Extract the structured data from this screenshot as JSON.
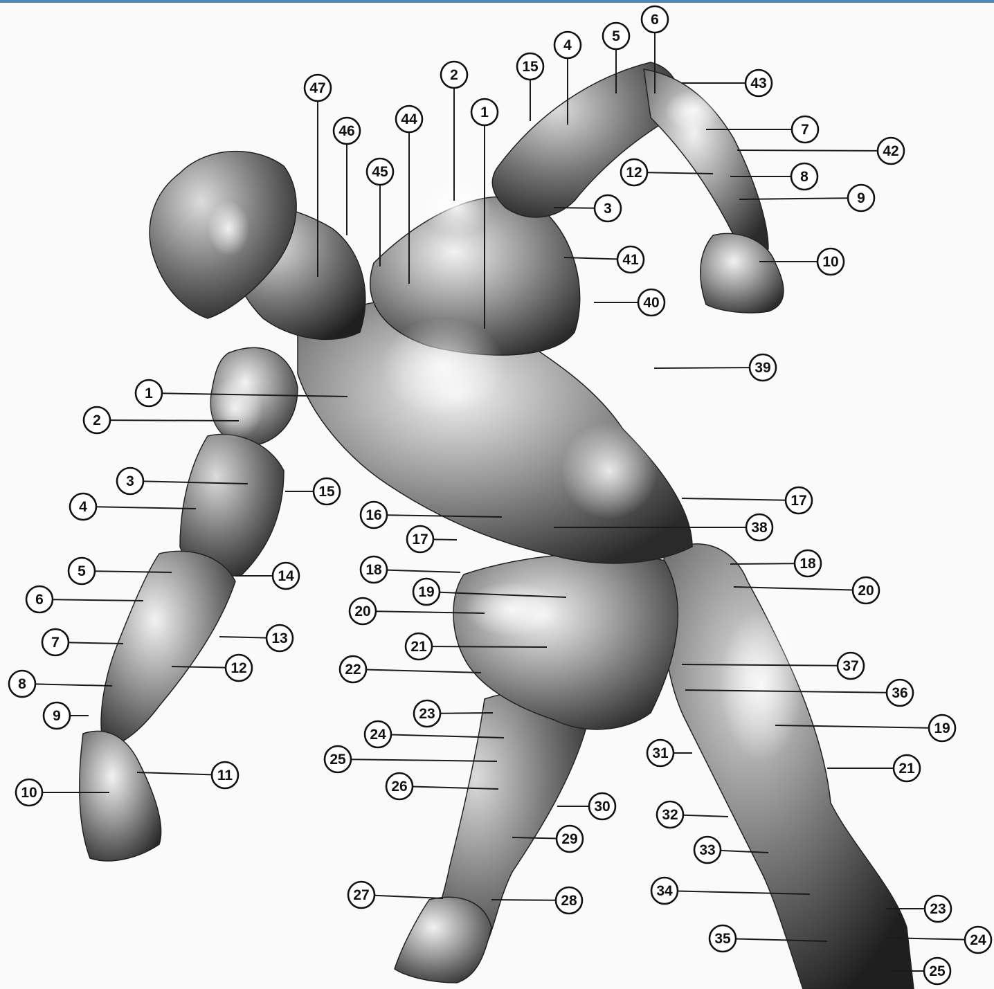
{
  "diagram": {
    "image_kind": "anatomical muscle illustration",
    "callouts": [
      "1",
      "2",
      "3",
      "4",
      "5",
      "6",
      "7",
      "8",
      "9",
      "10",
      "11",
      "12",
      "13",
      "14",
      "15",
      "1",
      "2",
      "15",
      "4",
      "5",
      "6",
      "43",
      "7",
      "42",
      "12",
      "8",
      "9",
      "3",
      "41",
      "10",
      "40",
      "39",
      "47",
      "46",
      "45",
      "44",
      "16",
      "17",
      "18",
      "19",
      "20",
      "21",
      "22",
      "23",
      "24",
      "25",
      "26",
      "27",
      "28",
      "29",
      "30",
      "17",
      "38",
      "18",
      "20",
      "37",
      "36",
      "19",
      "31",
      "21",
      "32",
      "33",
      "34",
      "23",
      "35",
      "24",
      "25"
    ]
  }
}
